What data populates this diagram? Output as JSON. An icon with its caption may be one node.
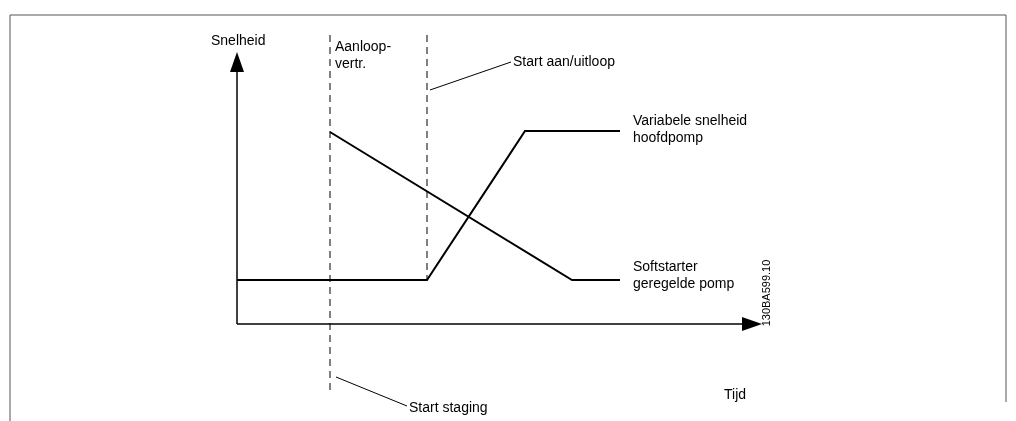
{
  "diagram": {
    "nodes": [
      {
        "text": [
          "Start aan/uitloop"
        ]
      },
      {
        "text": [
          "Start staging"
        ]
      }
    ],
    "edges": [
      {
        "from": 0,
        "to": null,
        "arrow": "none"
      },
      {
        "from": 1,
        "to": null,
        "arrow": "none"
      }
    ],
    "labels": [
      "Snelheid",
      "Aanloop- vertr.",
      "Variabele snelheid hoofdpomp",
      "Softstarter geregelde pomp",
      "Tijd",
      "130BA599.10"
    ]
  }
}
